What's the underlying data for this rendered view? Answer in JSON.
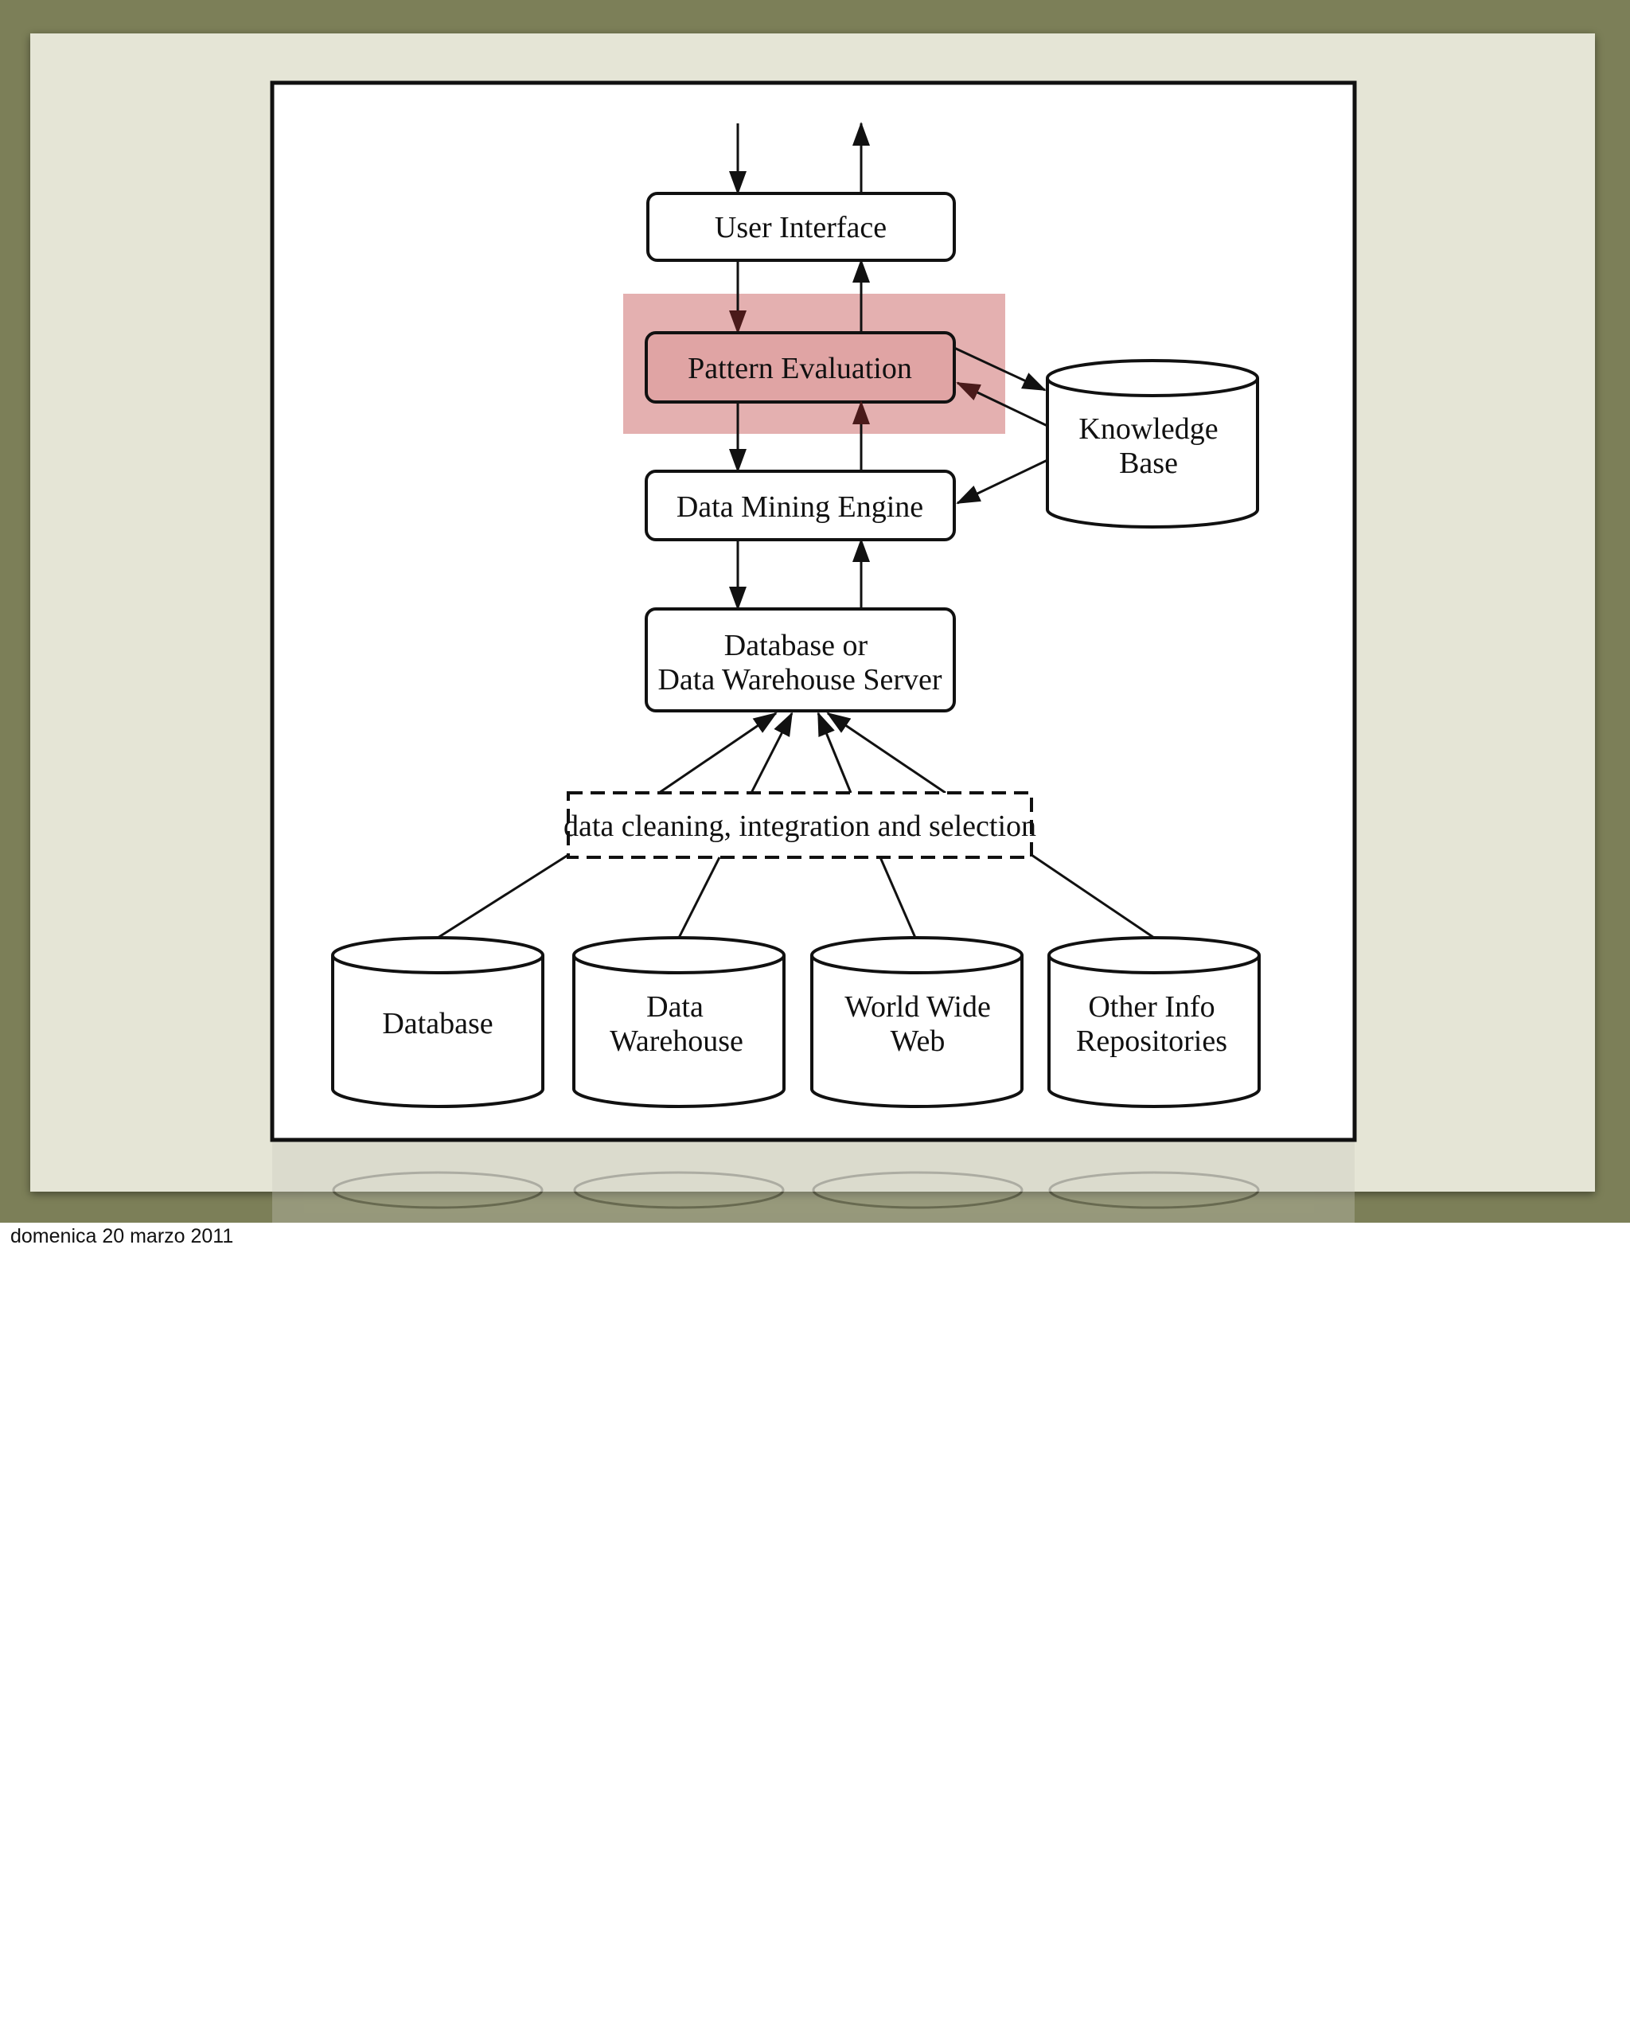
{
  "diagram": {
    "nodes": {
      "user_interface": "User Interface",
      "pattern_evaluation": "Pattern Evaluation",
      "data_mining_engine": "Data Mining Engine",
      "server_line1": "Database or",
      "server_line2": "Data Warehouse Server",
      "knowledge_base_line1": "Knowledge",
      "knowledge_base_line2": "Base",
      "data_cleaning": "data cleaning, integration and selection",
      "database": "Database",
      "data_warehouse_line1": "Data",
      "data_warehouse_line2": "Warehouse",
      "www_line1": "World Wide",
      "www_line2": "Web",
      "other_line1": "Other Info",
      "other_line2": "Repositories"
    },
    "highlight_color": "#d98e8e",
    "highlighted_node": "Pattern Evaluation"
  },
  "footer": {
    "date": "domenica 20 marzo 2011"
  },
  "colors": {
    "background_frame": "#7c7f58",
    "paper": "#e5e5d6",
    "ink": "#111111"
  }
}
